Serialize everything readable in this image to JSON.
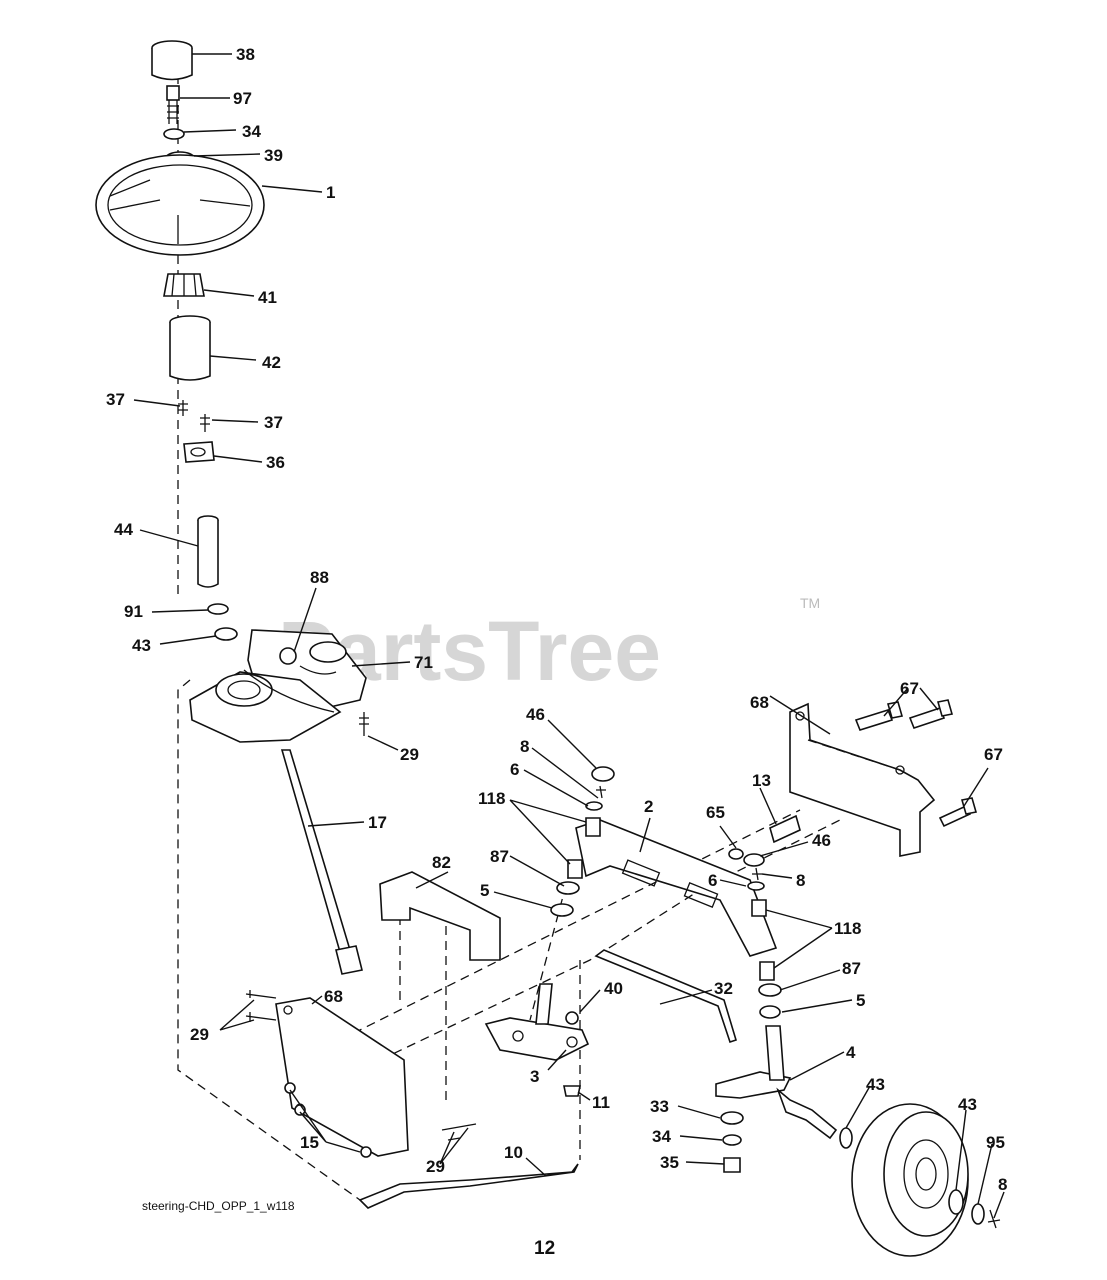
{
  "watermark": {
    "text": "PartsTree",
    "trademark": "TM"
  },
  "footer": {
    "diagram_code": "steering-CHD_OPP_1_w118",
    "page_number": "12"
  },
  "callouts": {
    "c38": "38",
    "c97": "97",
    "c34a": "34",
    "c39": "39",
    "c1": "1",
    "c41": "41",
    "c42": "42",
    "c37a": "37",
    "c37b": "37",
    "c36": "36",
    "c44": "44",
    "c88": "88",
    "c91": "91",
    "c43a": "43",
    "c71": "71",
    "c29a": "29",
    "c17": "17",
    "c46a": "46",
    "c8a": "8",
    "c6a": "6",
    "c118a": "118",
    "c2": "2",
    "c68a": "68",
    "c67a": "67",
    "c67b": "67",
    "c13": "13",
    "c65": "65",
    "c46b": "46",
    "c6b": "6",
    "c8b": "8",
    "c87a": "87",
    "c5a": "5",
    "c82": "82",
    "c118b": "118",
    "c87b": "87",
    "c5b": "5",
    "c32": "32",
    "c40": "40",
    "c68b": "68",
    "c29b": "29",
    "c3": "3",
    "c4": "4",
    "c43b": "43",
    "c11": "11",
    "c33": "33",
    "c43c": "43",
    "c95": "95",
    "c34b": "34",
    "c15": "15",
    "c29c": "29",
    "c10": "10",
    "c35": "35",
    "c8c": "8"
  }
}
